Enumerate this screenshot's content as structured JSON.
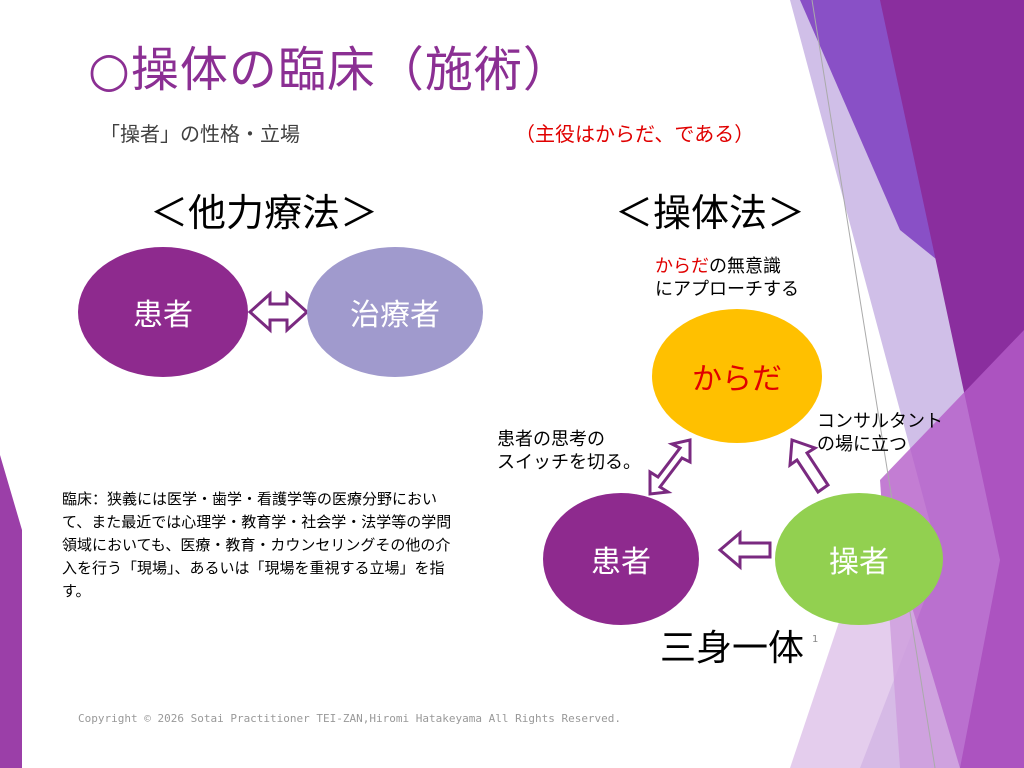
{
  "title": "○操体の臨床（施術）",
  "subtitle": "「操者」の性格・立場",
  "subtitle_note": "（主役はからだ、である）",
  "left_diagram": {
    "heading": "＜他力療法＞",
    "patient": "患者",
    "therapist": "治療者"
  },
  "right_diagram": {
    "heading": "＜操体法＞",
    "note_top_red": "からだ",
    "note_top_rest": "の無意識",
    "note_top_line2": "にアプローチする",
    "body": "からだ",
    "patient": "患者",
    "operator": "操者",
    "note_left_line1": "患者の思考の",
    "note_left_line2": "スイッチを切る。",
    "note_right_line1": "コンサルタント",
    "note_right_line2": "の場に立つ",
    "trinity": "三身一体"
  },
  "definition": "臨床：狭義には医学・歯学・看護学等の医療分野において、また最近では心理学・教育学・社会学・法学等の学問領域においても、医療・教育・カウンセリングその他の介入を行う「現場」、あるいは「現場を重視する立場」を指す。",
  "page_number": "1",
  "copyright": "Copyright © 2026 Sotai Practitioner TEI-ZAN,Hiromi Hatakeyama All Rights Reserved.",
  "colors": {
    "title": "#8B2F93",
    "purple": "#8E2A8E",
    "lavender": "#A09ACD",
    "yellow": "#FFC000",
    "green": "#92D050",
    "red": "#E00000"
  }
}
